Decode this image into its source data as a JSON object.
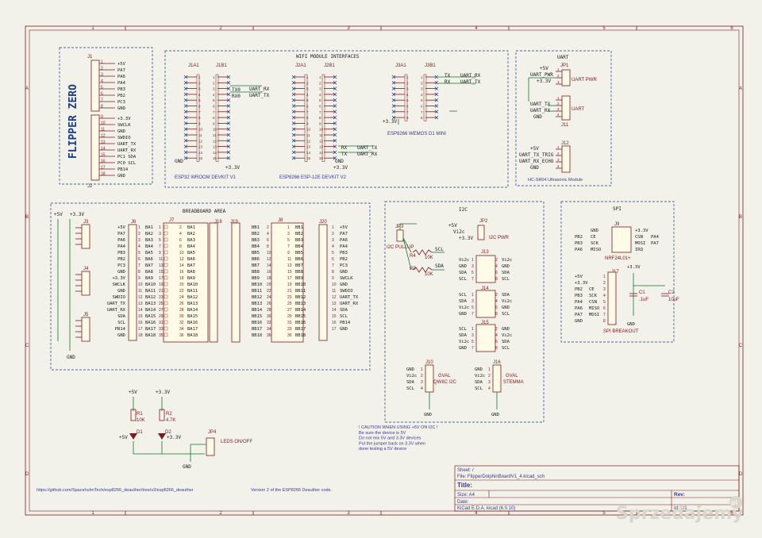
{
  "frame": {
    "cols": [
      "1",
      "2",
      "3",
      "4",
      "5",
      "6"
    ],
    "rows": [
      "A",
      "B",
      "C",
      "D"
    ]
  },
  "flipper": {
    "title": "FLIPPER ZERO",
    "j1": "J1",
    "j2": "J2",
    "j1_pins": [
      "+5V",
      "PA7",
      "PA6",
      "PA4",
      "PB3",
      "PB2",
      "PC3",
      "GND"
    ],
    "j2_pins": [
      "+3.3V",
      "SWCLK",
      "GND",
      "SWDIO",
      "UART_TX",
      "UART_RX",
      "PC1 SDA",
      "PC0 SCL",
      "PB14",
      "GND"
    ],
    "j2_nums": [
      "9",
      "10",
      "11",
      "12",
      "13",
      "14",
      "15",
      "16",
      "17",
      "18"
    ]
  },
  "wifi": {
    "title": "WIFI MODULE INTERFACES",
    "j1a1": "J1A1",
    "j1b1": "J1B1",
    "j2a1": "J2A1",
    "j2b1": "J2B1",
    "j3a1": "J3A1",
    "j3b1": "J3B1",
    "esp32": "ESP32 WROOM DEVKIT V1",
    "esp12e": "ESP8266 ESP-12E DEVKIT V2",
    "d1mini": "ESP8266 WEMOS D1 MINI",
    "labels": [
      "TX0",
      "RX0",
      "UART_RX",
      "UART_TX",
      "GND",
      "+3.3V",
      "RX",
      "TX",
      "UART_TX",
      "UART_RX",
      "GND",
      "+3.3V",
      "TX",
      "RX",
      "UART_RX",
      "UART_TX",
      "+3.3V"
    ]
  },
  "uart": {
    "title": "UART",
    "jp1": "JP1",
    "jp1_label": "UART PWR",
    "j11": "J11",
    "j11_label": "UART",
    "nets": [
      "+5V",
      "UART_PWR",
      "+3.3V",
      "UART_TX",
      "UART_RX",
      "GND"
    ]
  },
  "hc": {
    "j12": "J12",
    "label": "HC-SR04 Ultrasonic Module",
    "nets": [
      "+5V",
      "UART_TX_TRIG",
      "UART_RX_ECHO",
      "GND"
    ]
  },
  "breadboard": {
    "title": "BREADBOARD AREA",
    "j3": "J3",
    "j4": "J4",
    "j5": "J5",
    "j6": "J6",
    "j7": "J7",
    "j18": "J18",
    "j19": "J19",
    "j8": "J8",
    "j20": "J20",
    "gnd": "GND",
    "p5v": "+5V",
    "p33v": "+3.3V",
    "j6_pins": [
      "+5V",
      "PA7",
      "PA6",
      "PA4",
      "PB3",
      "PB2",
      "PC3",
      "GND",
      "+3.3V",
      "SWCLK",
      "GND",
      "SWDIO",
      "UART_TX",
      "UART_RX",
      "SDA",
      "SCL",
      "PB14",
      "GND"
    ],
    "j20_pins": [
      "+5V",
      "PA7",
      "PA6",
      "PA4",
      "PB3",
      "PB2",
      "PC3",
      "GND",
      "SWCLK",
      "GND",
      "SWDIO",
      "UART_TX",
      "UART_RX",
      "SDA",
      "SCL",
      "PB14",
      "GND"
    ]
  },
  "i2c": {
    "title": "I2C",
    "jp3": "JP3",
    "jp3_label": "I2C PULLUP",
    "jp2": "JP2",
    "jp2_label": "I2C PWR",
    "r4": "R4",
    "r3": "R3",
    "rv": "10K",
    "j13": "J13",
    "j14": "J14",
    "j15": "J15",
    "j10": "J10",
    "j16": "J16",
    "qwiic": "QWIIC I2C",
    "stemma": "STEMMA",
    "gval": "GVAL",
    "nets": [
      "+5V",
      "Vi2c",
      "+3.3V",
      "SCL",
      "SDA",
      "GND"
    ]
  },
  "spi": {
    "title": "SPI",
    "j9": "J9",
    "nrf": "NRF24L01+",
    "j17": "J17",
    "breakout": "SPI BREAKOUT",
    "c1": "C1",
    "c1v": ".1uF",
    "c2": "C2",
    "c2v": "10uF",
    "j9_left": [
      "PB2",
      "PB3",
      "PA6"
    ],
    "j9_left2": [
      "CE",
      "SCK",
      "MISO"
    ],
    "j9_right": [
      "+3.3V",
      "CSN",
      "MOSI",
      "IRQ"
    ],
    "j9_right2": [
      "PA4",
      "PA7"
    ],
    "j17_left": [
      "+5V",
      "+3.3V",
      "PB2",
      "PB3",
      "PA4",
      "PA6",
      "PA7",
      "GND"
    ],
    "j17_mid": [
      "CE",
      "SCK",
      "CSN",
      "MISO",
      "MOSI"
    ]
  },
  "leds": {
    "p5v": "+5V",
    "p33v": "+3.3V",
    "r1": "R1",
    "r1v": "10K",
    "r2": "R2",
    "r2v": "4.7K",
    "d1": "D1",
    "d2": "D2",
    "jp4": "JP4",
    "label": "LEDS ON/OFF",
    "gnd": "GND"
  },
  "notes": {
    "caution": [
      "! CAUTION WHEN USING +5V ON I2C !",
      "Be sure the device is 5V",
      "Do not mix 5V and 3.3V devices",
      "Put the jumper back on 3.3V when",
      "done testing a 5V device"
    ],
    "url": "https://github.com/SpacehuhnTech/esp8266_deauther/tree/v2/esp8266_deauther",
    "version": "Version 2 of the ESP8266 Deauther code."
  },
  "titleblock": {
    "sheet": "Sheet: /",
    "file": "File: FlipperDolphinBoardV1_4.kicad_sch",
    "title_label": "Title:",
    "size": "Size: A4",
    "date": "Date:",
    "rev": "Rev:",
    "kicad": "KiCad E.D.A.  kicad (6.0.10)",
    "id": "Id: 1/1"
  },
  "watermark": "Sprzedajemy",
  "colors": {
    "wire": "#0e7a2b",
    "frame": "#7a1c1c",
    "pin": "#7a1c1c",
    "box": "#1a3a8a"
  }
}
